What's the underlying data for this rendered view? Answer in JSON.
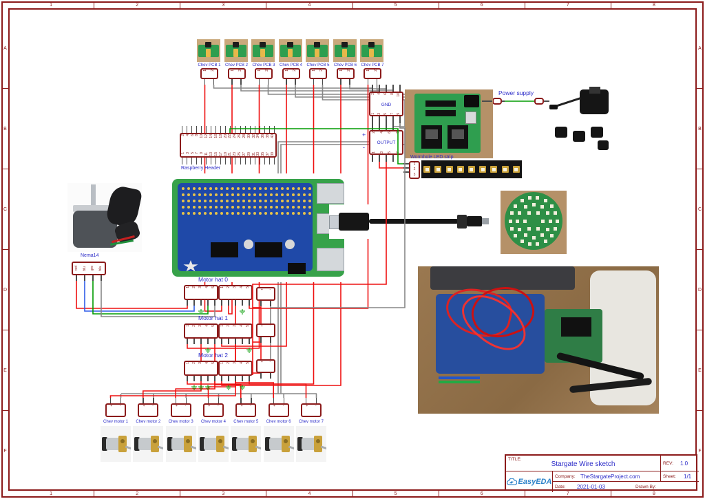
{
  "frame": {
    "columns": [
      "1",
      "2",
      "3",
      "4",
      "5",
      "6",
      "7",
      "8"
    ],
    "rows": [
      "A",
      "B",
      "C",
      "D",
      "E",
      "F"
    ]
  },
  "labels": {
    "raspberry_header": "Raspberry Header",
    "power_supply": "Power supply",
    "wormhole_led_strip": "Wormhole LED strip",
    "nema14": "Nema14",
    "gnd": "GND",
    "output": "OUTPUT",
    "plus": "+",
    "minus": "-"
  },
  "chev_pcbs": {
    "pins": [
      "1",
      "2"
    ],
    "items": [
      "Chev PCB 1",
      "Chev PCB 2",
      "Chev PCB 3",
      "Chev PCB 4",
      "Chev PCB 5",
      "Chev PCB 6",
      "Chev PCB 7"
    ]
  },
  "chev_motors": {
    "pins": [
      "+",
      "-"
    ],
    "items": [
      "Chev motor 1",
      "Chev motor 2",
      "Chev motor 3",
      "Chev motor 4",
      "Chev motor 5",
      "Chev motor 6",
      "Chev motor 7"
    ]
  },
  "motor_hats": {
    "labels": [
      "Motor hat 0",
      "Motor hat 1",
      "Motor hat 2"
    ],
    "connector_pins": [
      "1",
      "2",
      "3",
      "4",
      "5"
    ],
    "power_pins": [
      "+",
      "-"
    ]
  },
  "gnd_block": {
    "top_pins": [
      "2",
      "4",
      "6",
      "8",
      "10"
    ],
    "bottom_pins": [
      "1",
      "3",
      "5",
      "7",
      "9"
    ]
  },
  "output_block": {
    "top_pins": [
      "2",
      "4",
      "6",
      "8"
    ],
    "bottom_pins": [
      "1",
      "3",
      "5",
      "7"
    ]
  },
  "raspberry_header": {
    "top_pins": [
      "2",
      "4",
      "6",
      "8",
      "10",
      "12",
      "14",
      "16",
      "18",
      "20",
      "22",
      "24",
      "26",
      "28",
      "30",
      "32",
      "34",
      "36",
      "38",
      "40"
    ],
    "bottom_pins": [
      "1",
      "3",
      "5",
      "7",
      "9",
      "11",
      "13",
      "15",
      "17",
      "19",
      "21",
      "23",
      "25",
      "27",
      "29",
      "31",
      "33",
      "35",
      "37",
      "39"
    ]
  },
  "wormhole": {
    "pins": [
      "1",
      "2",
      "3"
    ]
  },
  "nema": {
    "pins": [
      "red",
      "blu",
      "gre",
      "bla"
    ]
  },
  "title_block": {
    "title_label": "TITLE:",
    "title": "Stargate Wire sketch",
    "rev_label": "REV:",
    "rev": "1.0",
    "company_label": "Company:",
    "company": "TheStargateProject.com",
    "sheet_label": "Sheet:",
    "sheet": "1/1",
    "date_label": "Date:",
    "date": "2021-01-03",
    "drawn_by_label": "Drawn By:",
    "logo": "EasyEDA"
  },
  "colors": {
    "border": "#8B1A1A",
    "label_blue": "#2B2BC8",
    "wire_red": "#EE1111",
    "wire_gray": "#878787",
    "wire_green": "#009B00",
    "logo_blue": "#2E83C9"
  }
}
